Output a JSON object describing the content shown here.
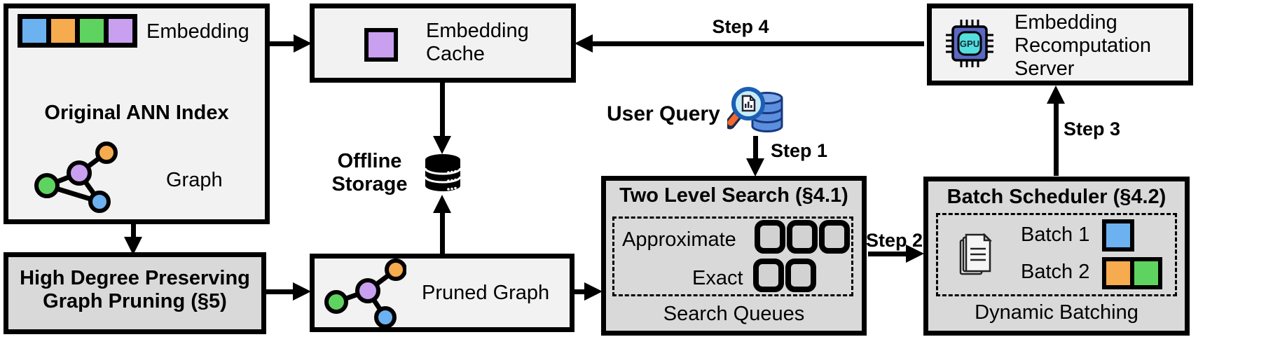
{
  "colors": {
    "blue": "#6cb2f0",
    "orange": "#f7ab4f",
    "green": "#5fd35f",
    "purple": "#c9a0f0",
    "box_light": "#f2f2f2",
    "box_dark": "#d9d9d9",
    "black": "#000000"
  },
  "original_ann": {
    "embedding_label": "Embedding",
    "title": "Original ANN Index",
    "graph_label": "Graph"
  },
  "high_degree_pruning": {
    "line1": "High Degree Preserving",
    "line2": "Graph Pruning (§5)"
  },
  "embedding_cache": {
    "line1": "Embedding",
    "line2": "Cache"
  },
  "offline_storage": {
    "line1": "Offline",
    "line2": "Storage"
  },
  "pruned_graph": {
    "label": "Pruned Graph"
  },
  "user_query": {
    "label": "User Query"
  },
  "steps": {
    "step1": "Step 1",
    "step2": "Step 2",
    "step3": "Step 3",
    "step4": "Step 4"
  },
  "two_level_search": {
    "title": "Two Level Search (§4.1)",
    "approximate_label": "Approximate",
    "exact_label": "Exact",
    "caption": "Search Queues"
  },
  "batch_scheduler": {
    "title": "Batch Scheduler (§4.2)",
    "batch1_label": "Batch 1",
    "batch2_label": "Batch 2",
    "caption": "Dynamic Batching"
  },
  "recomputation_server": {
    "line1": "Embedding",
    "line2": "Recomputation",
    "line3": "Server",
    "gpu_label": "GPU"
  }
}
